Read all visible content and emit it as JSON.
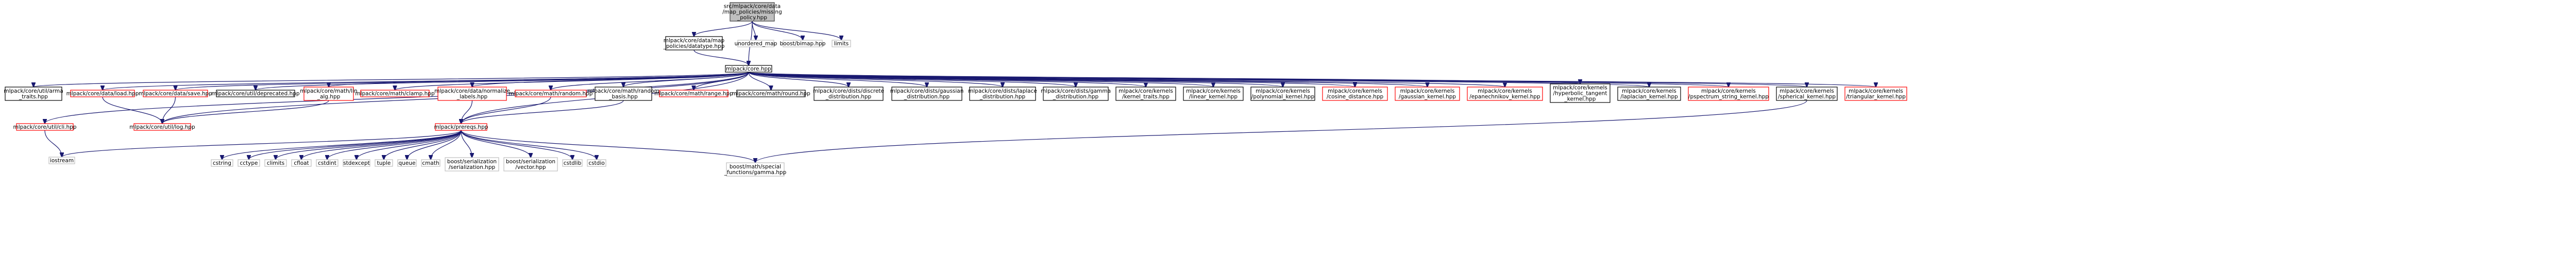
{
  "colors": {
    "edge": "#191970",
    "border_default": "#bfbfbf",
    "border_red": "#ff0000",
    "border_root": "#404040",
    "root_fill": "#bfbfbf",
    "fill": "#ffffff"
  },
  "nodes": {
    "root": {
      "lines": [
        "src/mlpack/core/data",
        "/map_policies/missing",
        "_policy.hpp"
      ],
      "style": "root"
    },
    "datatype": {
      "lines": [
        "mlpack/core/data/map",
        "_policies/datatype.hpp"
      ],
      "style": "black"
    },
    "unordered_map": {
      "lines": [
        "unordered_map"
      ],
      "style": "plain"
    },
    "boost_bimap": {
      "lines": [
        "boost/bimap.hpp"
      ],
      "style": "plain"
    },
    "limits": {
      "lines": [
        "limits"
      ],
      "style": "plain"
    },
    "core": {
      "lines": [
        "mlpack/core.hpp"
      ],
      "style": "black"
    },
    "arma_traits": {
      "lines": [
        "mlpack/core/util/arma",
        "_traits.hpp"
      ],
      "style": "black"
    },
    "load": {
      "lines": [
        "mlpack/core/data/load.hpp"
      ],
      "style": "red"
    },
    "save": {
      "lines": [
        "mlpack/core/data/save.hpp"
      ],
      "style": "red"
    },
    "deprecated": {
      "lines": [
        "mlpack/core/util/deprecated.hpp"
      ],
      "style": "black"
    },
    "lin_alg": {
      "lines": [
        "mlpack/core/math/lin",
        "_alg.hpp"
      ],
      "style": "red"
    },
    "clamp": {
      "lines": [
        "mlpack/core/math/clamp.hpp"
      ],
      "style": "red"
    },
    "normalize_labels": {
      "lines": [
        "mlpack/core/data/normalize",
        "_labels.hpp"
      ],
      "style": "red"
    },
    "random": {
      "lines": [
        "mlpack/core/math/random.hpp"
      ],
      "style": "red"
    },
    "random_basis": {
      "lines": [
        "mlpack/core/math/random",
        "_basis.hpp"
      ],
      "style": "black"
    },
    "range": {
      "lines": [
        "mlpack/core/math/range.hpp"
      ],
      "style": "red"
    },
    "round": {
      "lines": [
        "mlpack/core/math/round.hpp"
      ],
      "style": "black"
    },
    "discrete": {
      "lines": [
        "mlpack/core/dists/discrete",
        "_distribution.hpp"
      ],
      "style": "black"
    },
    "gaussian_dist": {
      "lines": [
        "mlpack/core/dists/gaussian",
        "_distribution.hpp"
      ],
      "style": "black"
    },
    "laplace_dist": {
      "lines": [
        "mlpack/core/dists/laplace",
        "_distribution.hpp"
      ],
      "style": "black"
    },
    "gamma_dist": {
      "lines": [
        "mlpack/core/dists/gamma",
        "_distribution.hpp"
      ],
      "style": "black"
    },
    "kernel_traits": {
      "lines": [
        "mlpack/core/kernels",
        "/kernel_traits.hpp"
      ],
      "style": "black"
    },
    "linear_kernel": {
      "lines": [
        "mlpack/core/kernels",
        "/linear_kernel.hpp"
      ],
      "style": "black"
    },
    "polynomial_kernel": {
      "lines": [
        "mlpack/core/kernels",
        "/polynomial_kernel.hpp"
      ],
      "style": "black"
    },
    "cosine_distance": {
      "lines": [
        "mlpack/core/kernels",
        "/cosine_distance.hpp"
      ],
      "style": "red"
    },
    "gaussian_kernel": {
      "lines": [
        "mlpack/core/kernels",
        "/gaussian_kernel.hpp"
      ],
      "style": "red"
    },
    "epanechnikov": {
      "lines": [
        "mlpack/core/kernels",
        "/epanechnikov_kernel.hpp"
      ],
      "style": "red"
    },
    "hyperbolic": {
      "lines": [
        "mlpack/core/kernels",
        "/hyperbolic_tangent",
        "_kernel.hpp"
      ],
      "style": "black"
    },
    "laplacian_kernel": {
      "lines": [
        "mlpack/core/kernels",
        "/laplacian_kernel.hpp"
      ],
      "style": "black"
    },
    "pspectrum": {
      "lines": [
        "mlpack/core/kernels",
        "/pspectrum_string_kernel.hpp"
      ],
      "style": "red"
    },
    "spherical_kernel": {
      "lines": [
        "mlpack/core/kernels",
        "/spherical_kernel.hpp"
      ],
      "style": "black"
    },
    "triangular_kernel": {
      "lines": [
        "mlpack/core/kernels",
        "/triangular_kernel.hpp"
      ],
      "style": "red"
    },
    "cli": {
      "lines": [
        "mlpack/core/util/cli.hpp"
      ],
      "style": "red"
    },
    "log": {
      "lines": [
        "mlpack/core/util/log.hpp"
      ],
      "style": "red"
    },
    "prereqs": {
      "lines": [
        "mlpack/prereqs.hpp"
      ],
      "style": "red"
    },
    "iostream": {
      "lines": [
        "iostream"
      ],
      "style": "plain"
    },
    "cstring": {
      "lines": [
        "cstring"
      ],
      "style": "plain"
    },
    "cctype": {
      "lines": [
        "cctype"
      ],
      "style": "plain"
    },
    "climits": {
      "lines": [
        "climits"
      ],
      "style": "plain"
    },
    "cfloat": {
      "lines": [
        "cfloat"
      ],
      "style": "plain"
    },
    "cstdint": {
      "lines": [
        "cstdint"
      ],
      "style": "plain"
    },
    "stdexcept": {
      "lines": [
        "stdexcept"
      ],
      "style": "plain"
    },
    "tuple": {
      "lines": [
        "tuple"
      ],
      "style": "plain"
    },
    "queue": {
      "lines": [
        "queue"
      ],
      "style": "plain"
    },
    "cmath": {
      "lines": [
        "cmath"
      ],
      "style": "plain"
    },
    "boost_serialization": {
      "lines": [
        "boost/serialization",
        "/serialization.hpp"
      ],
      "style": "plain"
    },
    "boost_vector": {
      "lines": [
        "boost/serialization",
        "/vector.hpp"
      ],
      "style": "plain"
    },
    "cstdlib": {
      "lines": [
        "cstdlib"
      ],
      "style": "plain"
    },
    "cstdio": {
      "lines": [
        "cstdio"
      ],
      "style": "plain"
    },
    "boost_gamma": {
      "lines": [
        "boost/math/special",
        "_functions/gamma.hpp"
      ],
      "style": "plain"
    }
  },
  "edges": [
    [
      "root",
      "datatype"
    ],
    [
      "root",
      "unordered_map"
    ],
    [
      "root",
      "boost_bimap"
    ],
    [
      "root",
      "limits"
    ],
    [
      "root",
      "core"
    ],
    [
      "datatype",
      "core"
    ],
    [
      "core",
      "arma_traits"
    ],
    [
      "core",
      "load"
    ],
    [
      "core",
      "save"
    ],
    [
      "core",
      "deprecated"
    ],
    [
      "core",
      "lin_alg"
    ],
    [
      "core",
      "clamp"
    ],
    [
      "core",
      "normalize_labels"
    ],
    [
      "core",
      "random"
    ],
    [
      "core",
      "random_basis"
    ],
    [
      "core",
      "range"
    ],
    [
      "core",
      "round"
    ],
    [
      "core",
      "discrete"
    ],
    [
      "core",
      "gaussian_dist"
    ],
    [
      "core",
      "laplace_dist"
    ],
    [
      "core",
      "gamma_dist"
    ],
    [
      "core",
      "kernel_traits"
    ],
    [
      "core",
      "linear_kernel"
    ],
    [
      "core",
      "polynomial_kernel"
    ],
    [
      "core",
      "cosine_distance"
    ],
    [
      "core",
      "gaussian_kernel"
    ],
    [
      "core",
      "epanechnikov"
    ],
    [
      "core",
      "hyperbolic"
    ],
    [
      "core",
      "laplacian_kernel"
    ],
    [
      "core",
      "pspectrum"
    ],
    [
      "core",
      "spherical_kernel"
    ],
    [
      "core",
      "triangular_kernel"
    ],
    [
      "core",
      "cli"
    ],
    [
      "core",
      "log"
    ],
    [
      "core",
      "prereqs"
    ],
    [
      "load",
      "log"
    ],
    [
      "save",
      "log"
    ],
    [
      "lin_alg",
      "log"
    ],
    [
      "normalize_labels",
      "prereqs"
    ],
    [
      "random",
      "prereqs"
    ],
    [
      "random_basis",
      "prereqs"
    ],
    [
      "spherical_kernel",
      "boost_gamma"
    ],
    [
      "cli",
      "iostream"
    ],
    [
      "prereqs",
      "iostream"
    ],
    [
      "prereqs",
      "cstring"
    ],
    [
      "prereqs",
      "cctype"
    ],
    [
      "prereqs",
      "climits"
    ],
    [
      "prereqs",
      "cfloat"
    ],
    [
      "prereqs",
      "cstdint"
    ],
    [
      "prereqs",
      "stdexcept"
    ],
    [
      "prereqs",
      "tuple"
    ],
    [
      "prereqs",
      "queue"
    ],
    [
      "prereqs",
      "cmath"
    ],
    [
      "prereqs",
      "boost_serialization"
    ],
    [
      "prereqs",
      "boost_vector"
    ],
    [
      "prereqs",
      "cstdlib"
    ],
    [
      "prereqs",
      "cstdio"
    ],
    [
      "prereqs",
      "boost_gamma"
    ]
  ]
}
